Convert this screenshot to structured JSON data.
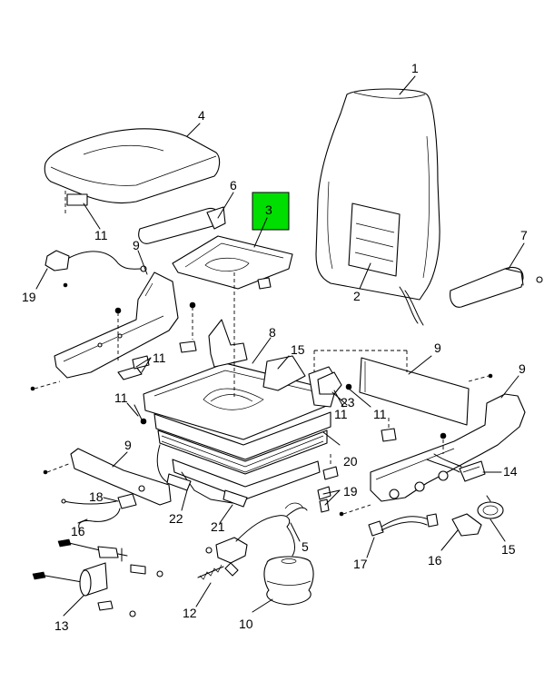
{
  "diagram": {
    "highlight_color": "#00dd00",
    "line_color": "#000000",
    "background": "#ffffff",
    "callouts": {
      "c1": "1",
      "c2": "2",
      "c3": "3",
      "c4": "4",
      "c5": "5",
      "c6": "6",
      "c7": "7",
      "c8": "8",
      "c9a": "9",
      "c9b": "9",
      "c9c": "9",
      "c9d": "9",
      "c10": "10",
      "c11a": "11",
      "c11b": "11",
      "c11c": "11",
      "c11d": "11",
      "c11e": "11",
      "c12": "12",
      "c13": "13",
      "c14": "14",
      "c15a": "15",
      "c15b": "15",
      "c16a": "16",
      "c16b": "16",
      "c17": "17",
      "c18": "18",
      "c19a": "19",
      "c19b": "19",
      "c20": "20",
      "c21": "21",
      "c22": "22",
      "c23": "23"
    }
  }
}
